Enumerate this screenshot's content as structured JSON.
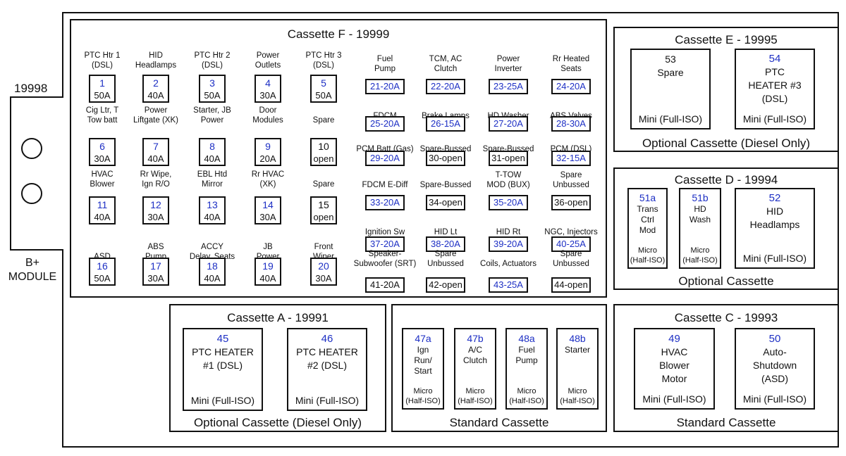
{
  "module": {
    "part": "19998",
    "label_line1": "B+",
    "label_line2": "MODULE"
  },
  "cassette_f": {
    "title": "Cassette F - 19999",
    "left_fuses": [
      {
        "label1": "PTC Htr 1",
        "label2": "(DSL)",
        "num": "1",
        "amp": "50A"
      },
      {
        "label1": "HID",
        "label2": "Headlamps",
        "num": "2",
        "amp": "40A"
      },
      {
        "label1": "PTC Htr 2",
        "label2": "(DSL)",
        "num": "3",
        "amp": "50A"
      },
      {
        "label1": "Power",
        "label2": "Outlets",
        "num": "4",
        "amp": "30A"
      },
      {
        "label1": "PTC Htr 3",
        "label2": "(DSL)",
        "num": "5",
        "amp": "50A"
      },
      {
        "label1": "Cig Ltr, T",
        "label2": "Tow batt",
        "num": "6",
        "amp": "30A"
      },
      {
        "label1": "Power",
        "label2": "Liftgate (XK)",
        "num": "7",
        "amp": "40A"
      },
      {
        "label1": "Starter, JB",
        "label2": "Power",
        "num": "8",
        "amp": "40A"
      },
      {
        "label1": "Door",
        "label2": "Modules",
        "num": "9",
        "amp": "20A"
      },
      {
        "label1": "",
        "label2": "Spare",
        "num": "10",
        "amp": "open"
      },
      {
        "label1": "HVAC",
        "label2": "Blower",
        "num": "11",
        "amp": "40A"
      },
      {
        "label1": "Rr Wipe,",
        "label2": "Ign R/O",
        "num": "12",
        "amp": "30A"
      },
      {
        "label1": "EBL Htd",
        "label2": "Mirror",
        "num": "13",
        "amp": "40A"
      },
      {
        "label1": "Rr HVAC",
        "label2": "(XK)",
        "num": "14",
        "amp": "30A"
      },
      {
        "label1": "",
        "label2": "Spare",
        "num": "15",
        "amp": "open"
      },
      {
        "label1": "",
        "label2": "ASD",
        "num": "16",
        "amp": "50A"
      },
      {
        "label1": "ABS",
        "label2": "Pump",
        "num": "17",
        "amp": "30A"
      },
      {
        "label1": "ACCY",
        "label2": "Delay, Seats",
        "num": "18",
        "amp": "40A"
      },
      {
        "label1": "JB",
        "label2": "Power",
        "num": "19",
        "amp": "40A"
      },
      {
        "label1": "Front",
        "label2": "Wiper",
        "num": "20",
        "amp": "30A"
      }
    ],
    "right_fuses": [
      {
        "label1": "Fuel",
        "label2": "Pump",
        "text": "21-20A",
        "blue": true
      },
      {
        "label1": "TCM, AC",
        "label2": "Clutch",
        "text": "22-20A",
        "blue": true
      },
      {
        "label1": "Power",
        "label2": "Inverter",
        "text": "23-25A",
        "blue": true
      },
      {
        "label1": "Rr Heated",
        "label2": "Seats",
        "text": "24-20A",
        "blue": true
      },
      {
        "label1": "",
        "label2": "FDCM",
        "text": "25-20A",
        "blue": true
      },
      {
        "label1": "",
        "label2": "Brake Lamps",
        "text": "26-15A",
        "blue": true
      },
      {
        "label1": "",
        "label2": "HD Washer",
        "text": "27-20A",
        "blue": true
      },
      {
        "label1": "",
        "label2": "ABS Valves",
        "text": "28-30A",
        "blue": true
      },
      {
        "label1": "",
        "label2": "PCM Batt (Gas)",
        "text": "29-20A",
        "blue": true
      },
      {
        "label1": "",
        "label2": "Spare-Bussed",
        "text": "30-open",
        "blue": false
      },
      {
        "label1": "",
        "label2": "Spare-Bussed",
        "text": "31-open",
        "blue": false
      },
      {
        "label1": "",
        "label2": "PCM (DSL)",
        "text": "32-15A",
        "blue": true
      },
      {
        "label1": "",
        "label2": "FDCM E-Diff",
        "text": "33-20A",
        "blue": true
      },
      {
        "label1": "",
        "label2": "Spare-Bussed",
        "text": "34-open",
        "blue": false
      },
      {
        "label1": "T-TOW",
        "label2": "MOD (BUX)",
        "text": "35-20A",
        "blue": true
      },
      {
        "label1": "Spare",
        "label2": "Unbussed",
        "text": "36-open",
        "blue": false
      },
      {
        "label1": "",
        "label2": "Ignition Sw",
        "text": "37-20A",
        "blue": true
      },
      {
        "label1": "",
        "label2": "HID Lt",
        "text": "38-20A",
        "blue": true
      },
      {
        "label1": "",
        "label2": "HID Rt",
        "text": "39-20A",
        "blue": true
      },
      {
        "label1": "",
        "label2": "NGC, Injectors",
        "text": "40-25A",
        "blue": true
      },
      {
        "label1": "Speaker-",
        "label2": "Subwoofer (SRT)",
        "text": "41-20A",
        "blue": false
      },
      {
        "label1": "Spare",
        "label2": "Unbussed",
        "text": "42-open",
        "blue": false
      },
      {
        "label1": "",
        "label2": "Coils, Actuators",
        "text": "43-25A",
        "blue": true
      },
      {
        "label1": "Spare",
        "label2": "Unbussed",
        "text": "44-open",
        "blue": false
      }
    ]
  },
  "cassette_e": {
    "title": "Cassette E - 19995",
    "footer": "Optional Cassette (Diesel Only)",
    "relays": [
      {
        "num": "53",
        "desc": [
          "Spare"
        ],
        "foot": "Mini (Full-ISO)",
        "num_blue": false
      },
      {
        "num": "54",
        "desc": [
          "PTC",
          "HEATER #3",
          "(DSL)"
        ],
        "foot": "Mini (Full-ISO)",
        "num_blue": true
      }
    ]
  },
  "cassette_d": {
    "title": "Cassette D - 19994",
    "footer": "Optional Cassette",
    "relays": [
      {
        "num": "51a",
        "desc": [
          "Trans",
          "Ctrl",
          "Mod"
        ],
        "foot1": "Micro",
        "foot2": "(Half-ISO)"
      },
      {
        "num": "51b",
        "desc": [
          "HD",
          "Wash"
        ],
        "foot1": "Micro",
        "foot2": "(Half-ISO)"
      },
      {
        "num": "52",
        "desc": [
          "HID",
          "Headlamps"
        ],
        "foot": "Mini (Full-ISO)"
      }
    ]
  },
  "cassette_a": {
    "title": "Cassette A - 19991",
    "footer": "Optional Cassette (Diesel Only)",
    "relays": [
      {
        "num": "45",
        "desc": [
          "PTC HEATER",
          "#1 (DSL)"
        ],
        "foot": "Mini (Full-ISO)"
      },
      {
        "num": "46",
        "desc": [
          "PTC HEATER",
          "#2 (DSL)"
        ],
        "foot": "Mini (Full-ISO)"
      }
    ]
  },
  "cassette_std": {
    "footer": "Standard Cassette",
    "relays": [
      {
        "num": "47a",
        "desc": [
          "Ign",
          "Run/",
          "Start"
        ],
        "foot1": "Micro",
        "foot2": "(Half-ISO)"
      },
      {
        "num": "47b",
        "desc": [
          "A/C",
          "Clutch"
        ],
        "foot1": "Micro",
        "foot2": "(Half-ISO)"
      },
      {
        "num": "48a",
        "desc": [
          "Fuel",
          "Pump"
        ],
        "foot1": "Micro",
        "foot2": "(Half-ISO)"
      },
      {
        "num": "48b",
        "desc": [
          "Starter"
        ],
        "foot1": "Micro",
        "foot2": "(Half-ISO)"
      }
    ]
  },
  "cassette_c": {
    "title": "Cassette C - 19993",
    "footer": "Standard Cassette",
    "relays": [
      {
        "num": "49",
        "desc": [
          "HVAC",
          "Blower",
          "Motor"
        ],
        "foot": "Mini (Full-ISO)"
      },
      {
        "num": "50",
        "desc": [
          "Auto-",
          "Shutdown",
          "(ASD)"
        ],
        "foot": "Mini (Full-ISO)"
      }
    ]
  }
}
